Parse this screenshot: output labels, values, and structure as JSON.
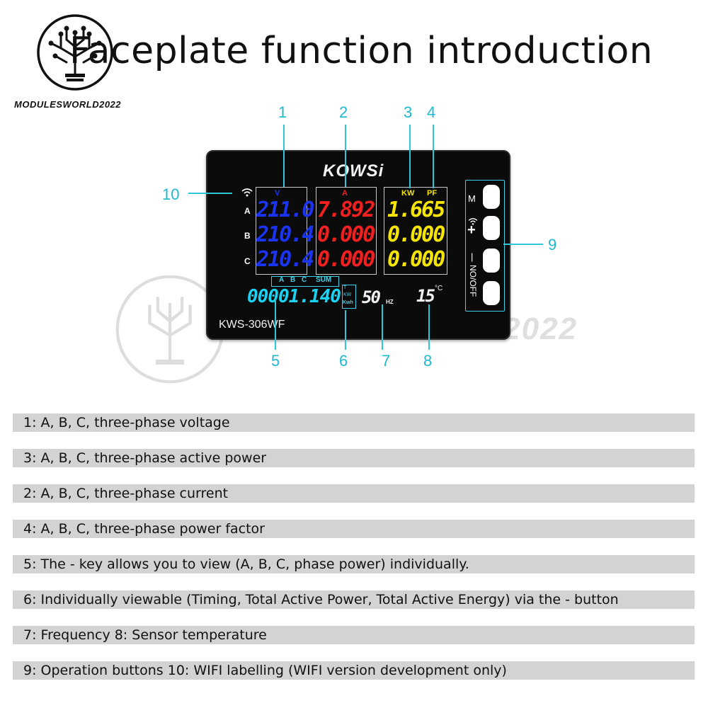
{
  "header": {
    "title": "Faceplate function introduction",
    "brand": "MODULESWORLD2022",
    "logo_icon": "tree-circuit-logo-icon"
  },
  "watermark": {
    "text": "MODULESWORLD2022",
    "icon": "tree-circuit-watermark-icon"
  },
  "device": {
    "brand": "KOWSi",
    "model": "KWS-306WF",
    "phases": [
      "A",
      "B",
      "C"
    ],
    "voltage": {
      "unit": "V",
      "color": "#1a34f2",
      "values": [
        "211.0",
        "210.4",
        "210.4"
      ]
    },
    "current": {
      "unit": "A",
      "color": "#f02020",
      "values": [
        "7.892",
        "0.000",
        "0.000"
      ]
    },
    "power": {
      "units": [
        "KW",
        "PF"
      ],
      "color": "#f5e500",
      "values": [
        "1.665",
        "0.000",
        "0.000"
      ]
    },
    "selector_labels": [
      "A",
      "B",
      "C",
      "SUM"
    ],
    "energy": "00001.140",
    "energy_units": [
      "T",
      "KW",
      "Kwh"
    ],
    "energy_color": "#1ad3f2",
    "frequency": "50",
    "frequency_unit": "HZ",
    "temperature": "15",
    "temperature_unit": "°C",
    "buttons": {
      "labels": [
        "M",
        "+",
        "|",
        "NO/OFF"
      ]
    },
    "wifi_icon": "wifi-icon"
  },
  "callouts": [
    "1",
    "2",
    "3",
    "4",
    "5",
    "6",
    "7",
    "8",
    "9",
    "10"
  ],
  "callout_color": "#1eb9d0",
  "descriptions": [
    "1: A, B, C, three-phase voltage",
    "3: A, B, C, three-phase active power",
    "2: A, B, C, three-phase current",
    "4: A, B, C, three-phase power factor",
    "5: The - key allows you to view (A, B, C, phase power) individually.",
    "6: Individually viewable (Timing, Total Active Power, Total Active Energy) via the - button",
    "7: Frequency 8: Sensor temperature",
    "9: Operation buttons 10: WIFI labelling (WIFI version development only)"
  ]
}
